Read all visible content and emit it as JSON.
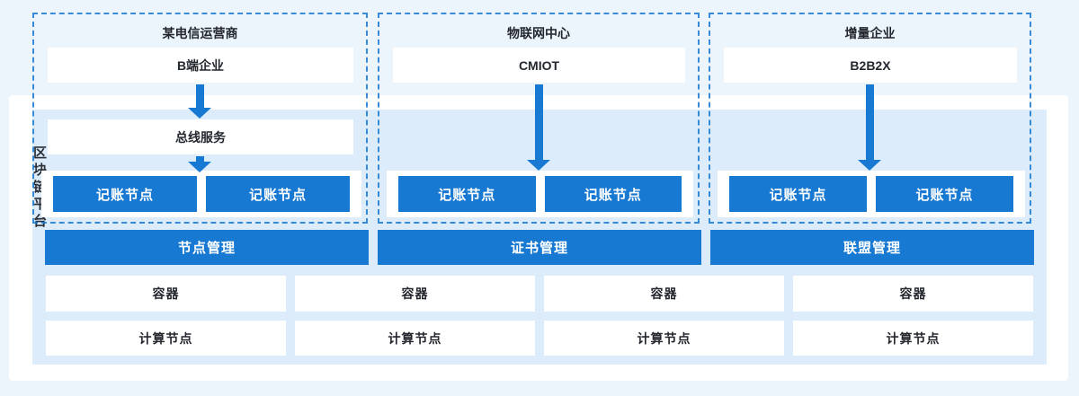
{
  "colors": {
    "accent": "#1879d2",
    "panel_bg": "#dcecfb",
    "page_bg": "#ecf4fc"
  },
  "platform": {
    "label": "区块链平台"
  },
  "columns": [
    {
      "header": "某电信运营商",
      "entity": "B端企业",
      "bus": "总线服务",
      "ledger_nodes": [
        "记账节点",
        "记账节点"
      ]
    },
    {
      "header": "物联网中心",
      "entity": "CMIOT",
      "ledger_nodes": [
        "记账节点",
        "记账节点"
      ]
    },
    {
      "header": "增量企业",
      "entity": "B2B2X",
      "ledger_nodes": [
        "记账节点",
        "记账节点"
      ]
    }
  ],
  "management_bars": [
    {
      "label": "节点管理"
    },
    {
      "label": "证书管理"
    },
    {
      "label": "联盟管理"
    }
  ],
  "infrastructure": {
    "containers": [
      "容器",
      "容器",
      "容器",
      "容器"
    ],
    "compute_nodes": [
      "计算节点",
      "计算节点",
      "计算节点",
      "计算节点"
    ]
  }
}
